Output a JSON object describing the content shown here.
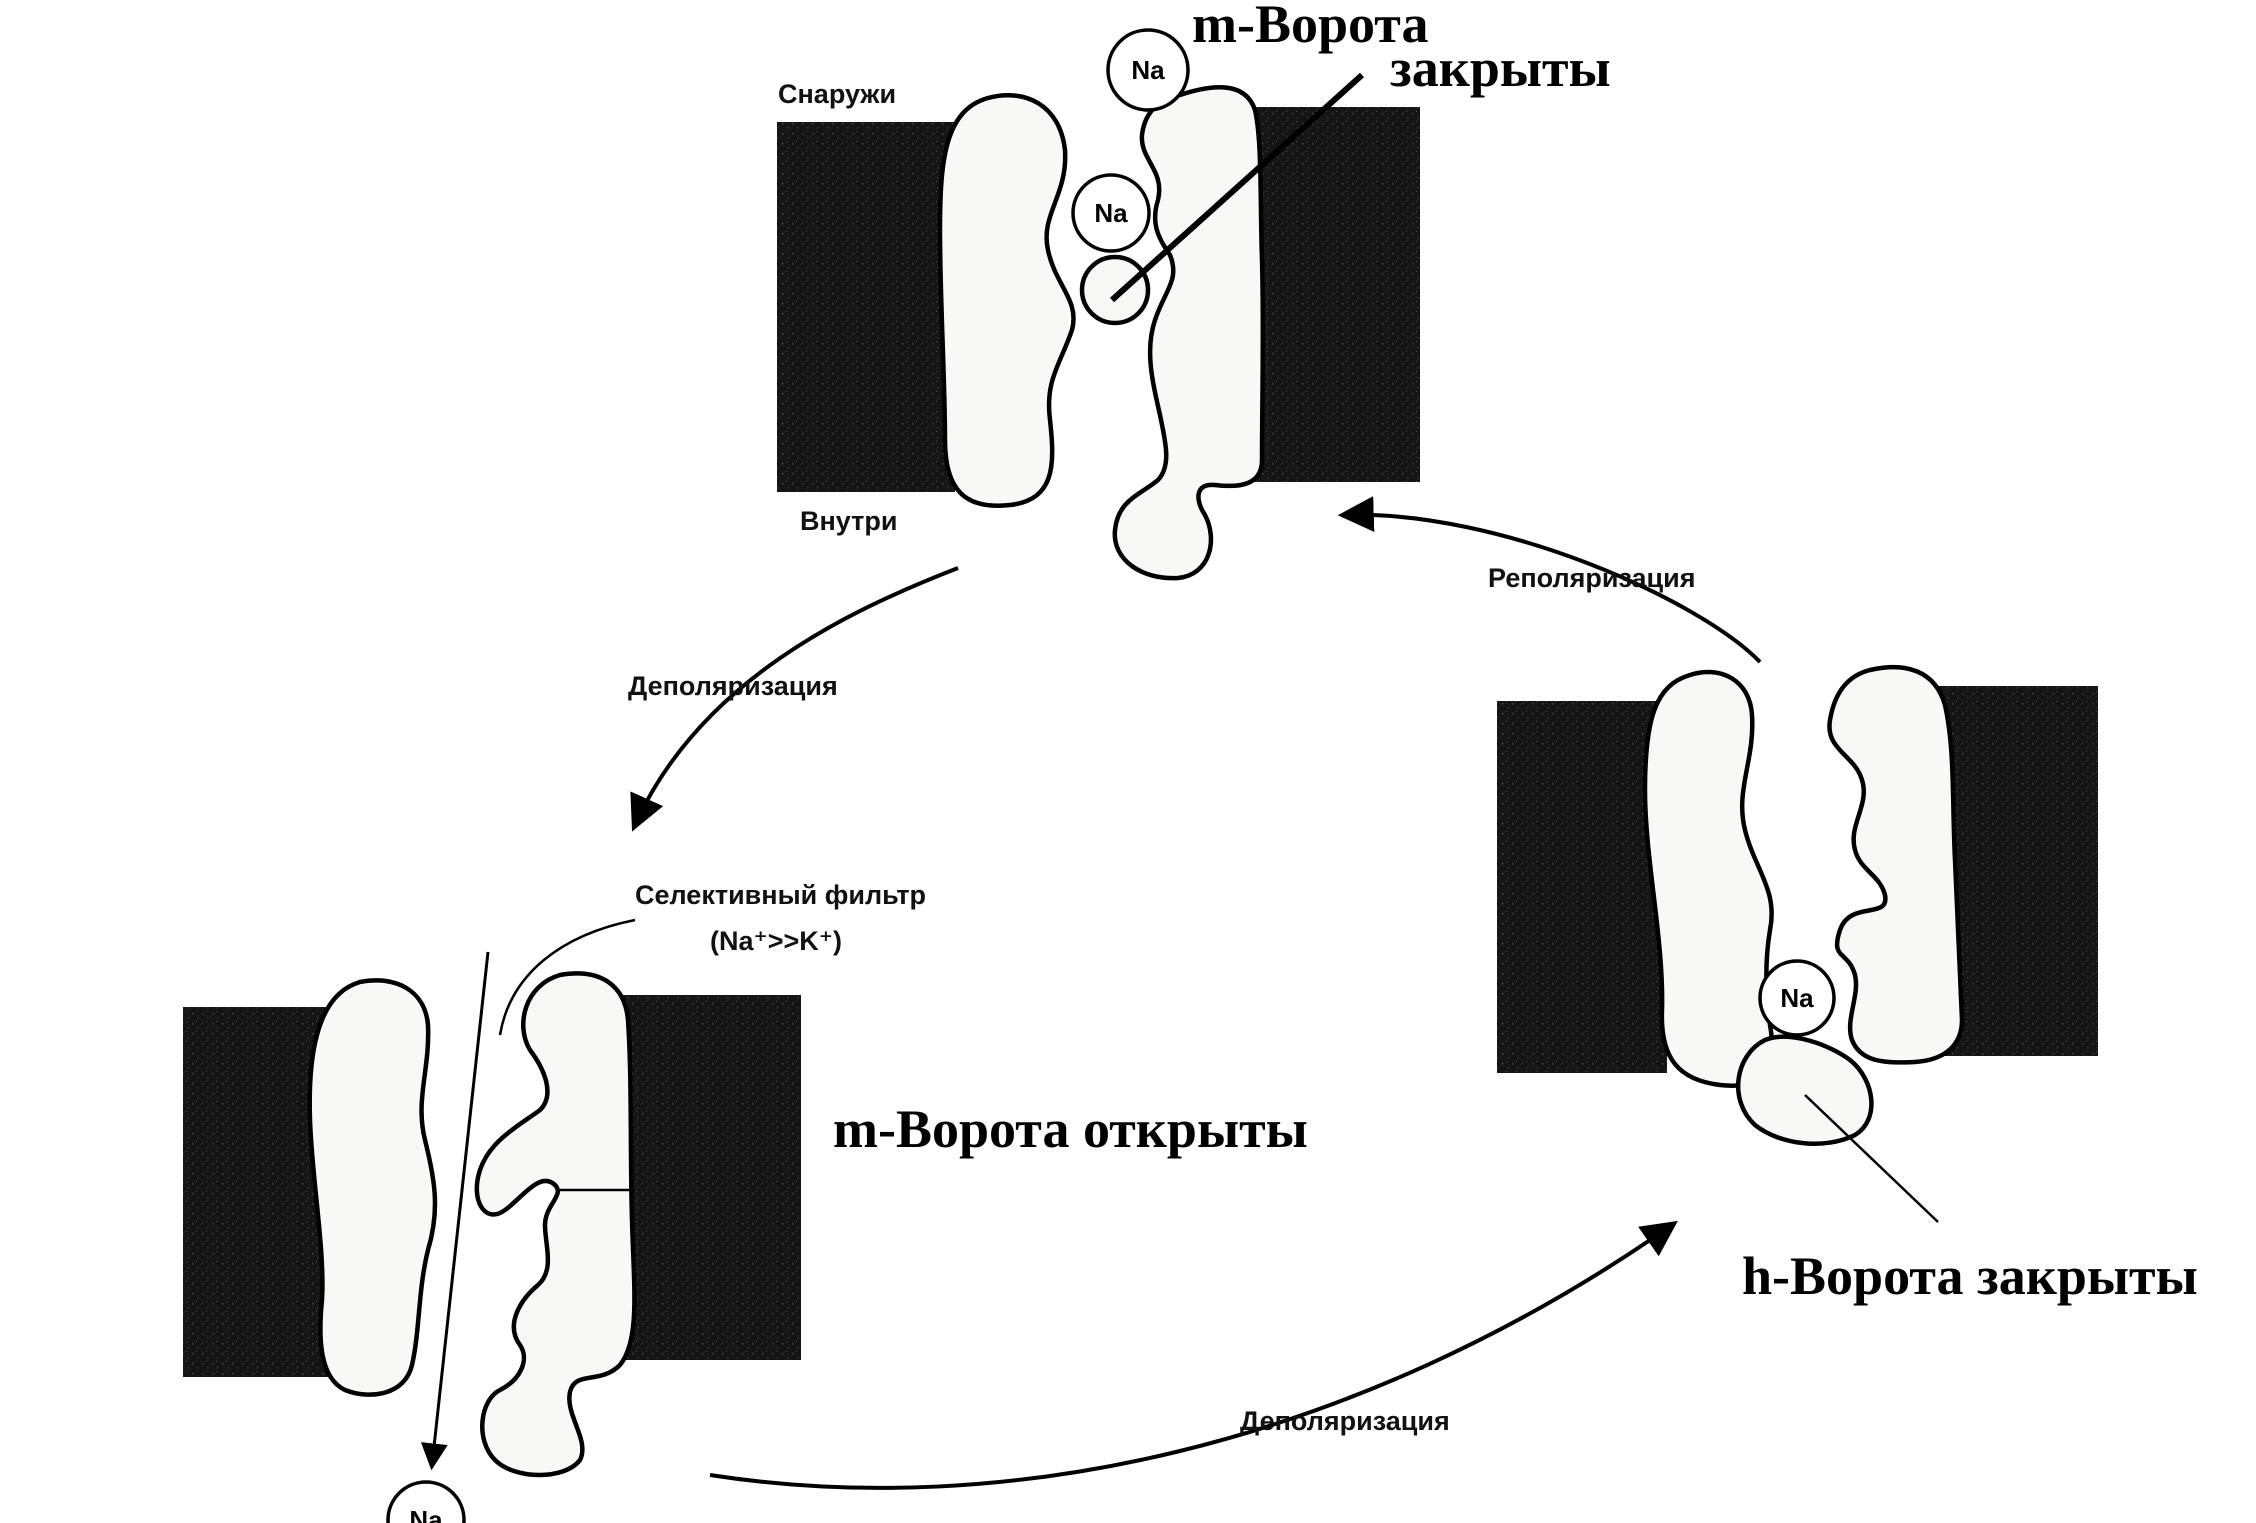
{
  "labels": {
    "outside": "Снаружи",
    "inside": "Внутри",
    "m_gate_title": "m-Ворота",
    "closed_word": "закрыты",
    "depolarization_left": "Деполяризация",
    "depolarization_bottom": "Деполяризация",
    "repolarization": "Реполяризация",
    "selective_filter": "Селективный фильтр",
    "selective_filter_formula": "(Na⁺>>K⁺)",
    "m_gate_open": "m-Ворота  открыты",
    "h_gate_closed": "h-Ворота закрыты"
  },
  "ions": {
    "top_upper": "Na",
    "top_lower": "Na",
    "right_bound": "Na",
    "bottom_exit": "Na"
  },
  "colors": {
    "membrane": "#151515",
    "protein_fill": "#f8f8f6",
    "outline": "#000000",
    "background": "#ffffff"
  }
}
